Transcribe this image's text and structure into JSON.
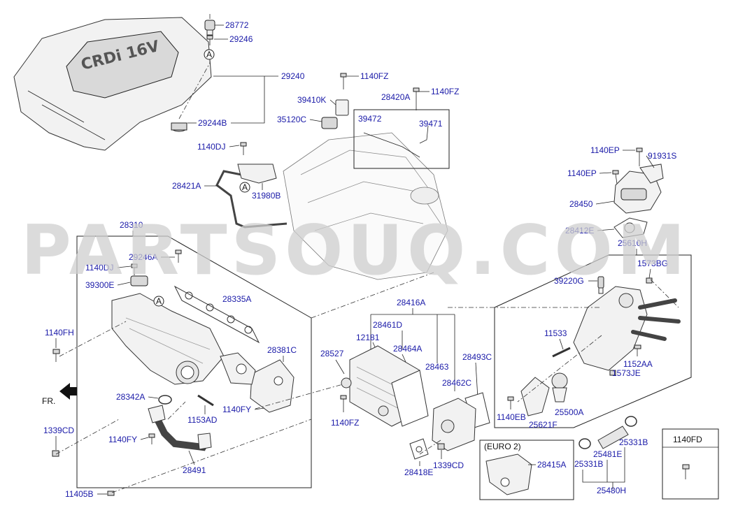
{
  "watermark": "PARTSOUQ.COM",
  "callouts": {
    "c28772": "28772",
    "c29246": "29246",
    "c29240": "29240",
    "c29244B": "29244B",
    "c1140FZ_a": "1140FZ",
    "c28420A": "28420A",
    "c1140FZ_b": "1140FZ",
    "c39410K": "39410K",
    "c35120C": "35120C",
    "c39472": "39472",
    "c39471": "39471",
    "c1140DJ_a": "1140DJ",
    "c28421A": "28421A",
    "c31980B": "31980B",
    "c1140EP_a": "1140EP",
    "c91931S": "91931S",
    "c1140EP_b": "1140EP",
    "c28450": "28450",
    "c28412E": "28412E",
    "c25610H": "25610H",
    "c1573BG": "1573BG",
    "c39220G": "39220G",
    "c28310": "28310",
    "c29246A": "29246A",
    "c1140DJ_b": "1140DJ",
    "c39300E": "39300E",
    "c28335A": "28335A",
    "c28381C": "28381C",
    "c1140FH": "1140FH",
    "c28342A": "28342A",
    "c1153AD": "1153AD",
    "c1140FY_a": "1140FY",
    "c1339CD_a": "1339CD",
    "c1140FY_b": "1140FY",
    "c28491": "28491",
    "c11405B": "11405B",
    "c28416A": "28416A",
    "c28461D": "28461D",
    "c12181": "12181",
    "c28464A": "28464A",
    "c28527": "28527",
    "c28463": "28463",
    "c28493C": "28493C",
    "c28462C": "28462C",
    "c1140FZ_c": "1140FZ",
    "c28418E": "28418E",
    "c1339CD_b": "1339CD",
    "c11533": "11533",
    "c1152AA": "1152AA",
    "c1573JE": "1573JE",
    "c1140EB": "1140EB",
    "c25621F": "25621F",
    "c25500A": "25500A",
    "c25331B_a": "25331B",
    "c25481E": "25481E",
    "c25331B_b": "25331B",
    "c25480H": "25480H",
    "c1140FD": "1140FD",
    "c28415A": "28415A"
  },
  "markers": {
    "ref_a": "A"
  },
  "fr_label": "FR.",
  "euro_label": "(EURO 2)",
  "cover_badge": "CRDi 16V",
  "colors": {
    "label": "#1a1aa8",
    "line": "#222222",
    "watermark": "#cfcfcf"
  }
}
